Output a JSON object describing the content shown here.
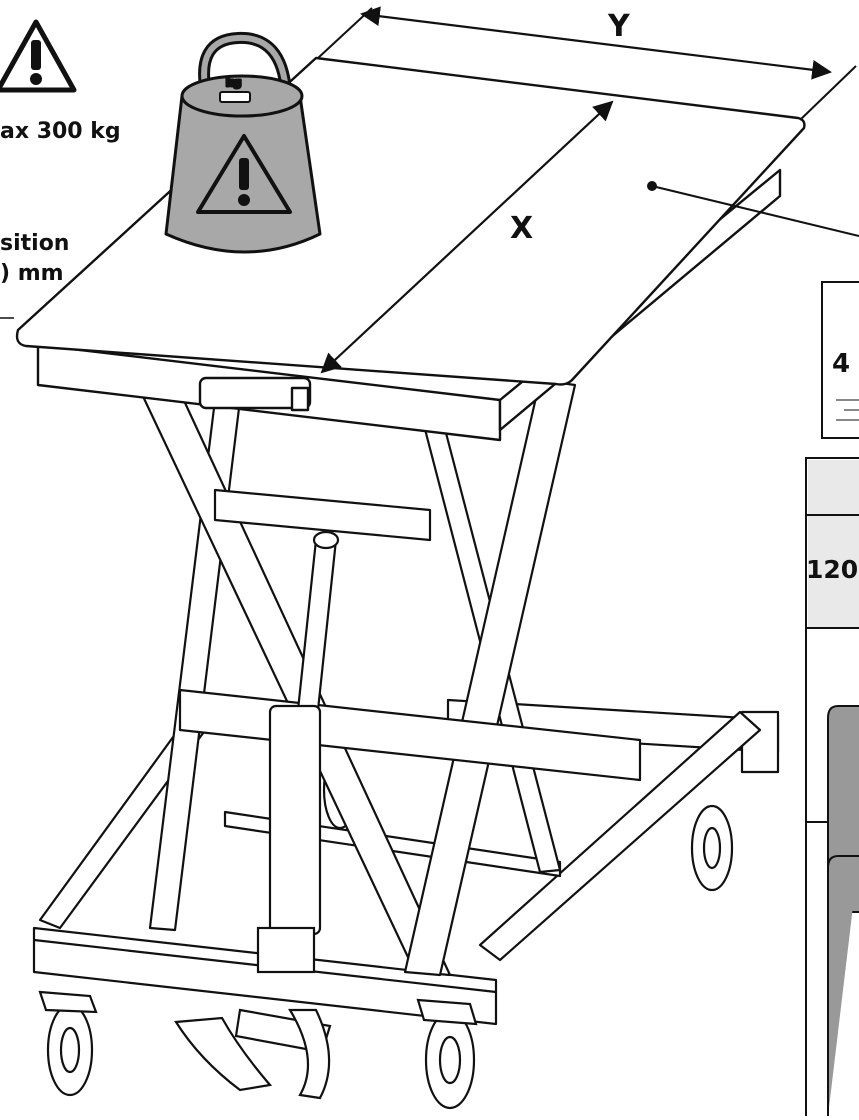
{
  "dimensions": {
    "x_label": "X",
    "y_label": "Y"
  },
  "warning": {
    "load_text": "ax 300 kg",
    "weight_text": "kg"
  },
  "position_note": {
    "line1": "sition",
    "line2": ") mm"
  },
  "side_panels": {
    "label_top": "4",
    "label_table": "120"
  },
  "colors": {
    "stroke": "#1a1a1a",
    "weight_fill": "#a8a8a8",
    "panel_fill": "#e9e9e9",
    "platform_fill": "#ffffff"
  },
  "icons": [
    "warning-triangle-icon",
    "weight-icon",
    "caster-wheel-icon"
  ]
}
